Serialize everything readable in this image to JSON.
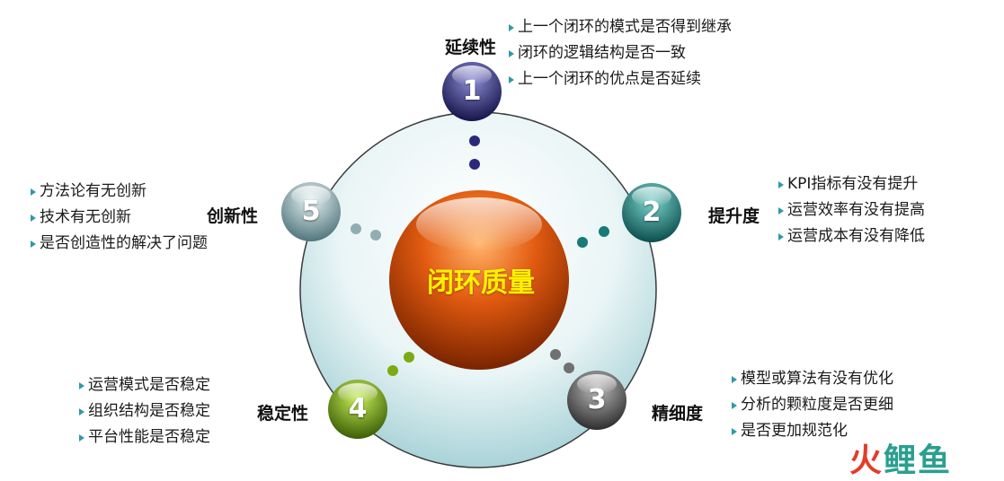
{
  "center": {
    "title": "闭环质量"
  },
  "nodes": [
    {
      "number": "1",
      "label": "延续性",
      "color": "#2b2a7a",
      "bullets": [
        "上一个闭环的模式是否得到继承",
        "闭环的逻辑结构是否一致",
        "上一个闭环的优点是否延续"
      ]
    },
    {
      "number": "2",
      "label": "提升度",
      "color": "#157a78",
      "bullets": [
        "KPI指标有没有提升",
        "运营效率有没有提高",
        "运营成本有没有降低"
      ]
    },
    {
      "number": "3",
      "label": "精细度",
      "color": "#555555",
      "bullets": [
        "模型或算法有没有优化",
        "分析的颗粒度是否更细",
        "是否更加规范化"
      ]
    },
    {
      "number": "4",
      "label": "稳定性",
      "color": "#6a9a10",
      "bullets": [
        "运营模式是否稳定",
        "组织结构是否稳定",
        "平台性能是否稳定"
      ]
    },
    {
      "number": "5",
      "label": "创新性",
      "color": "#7e9ea4",
      "bullets": [
        "方法论有无创新",
        "技术有无创新",
        "是否创造性的解决了问题"
      ]
    }
  ],
  "watermark": {
    "part1": "火",
    "part2": "鲤鱼"
  }
}
